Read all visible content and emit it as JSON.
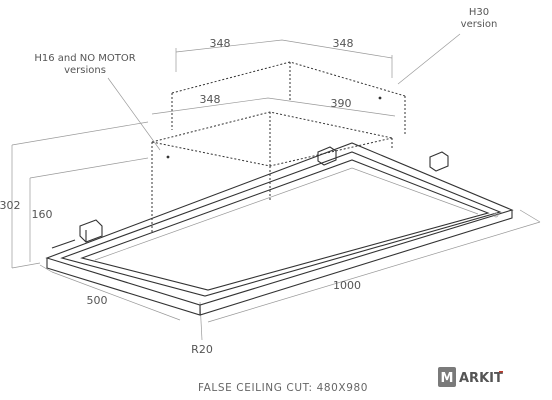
{
  "labels": {
    "top_width_left": "348",
    "top_width_right": "348",
    "mid_width_left": "348",
    "mid_width_right": "390",
    "h30_line1": "H30",
    "h30_line2": "version",
    "h16_line1": "H16 and NO MOTOR",
    "h16_line2": "versions",
    "height_total": "302",
    "height_body": "160",
    "depth": "500",
    "length": "1000",
    "radius": "R20"
  },
  "caption": "FALSE CEILING CUT: 480X980",
  "logo": {
    "badge_letter": "M",
    "text": "ARKIT",
    "badge_color": "#7a7a7a",
    "accent_color": "#c0392b"
  }
}
